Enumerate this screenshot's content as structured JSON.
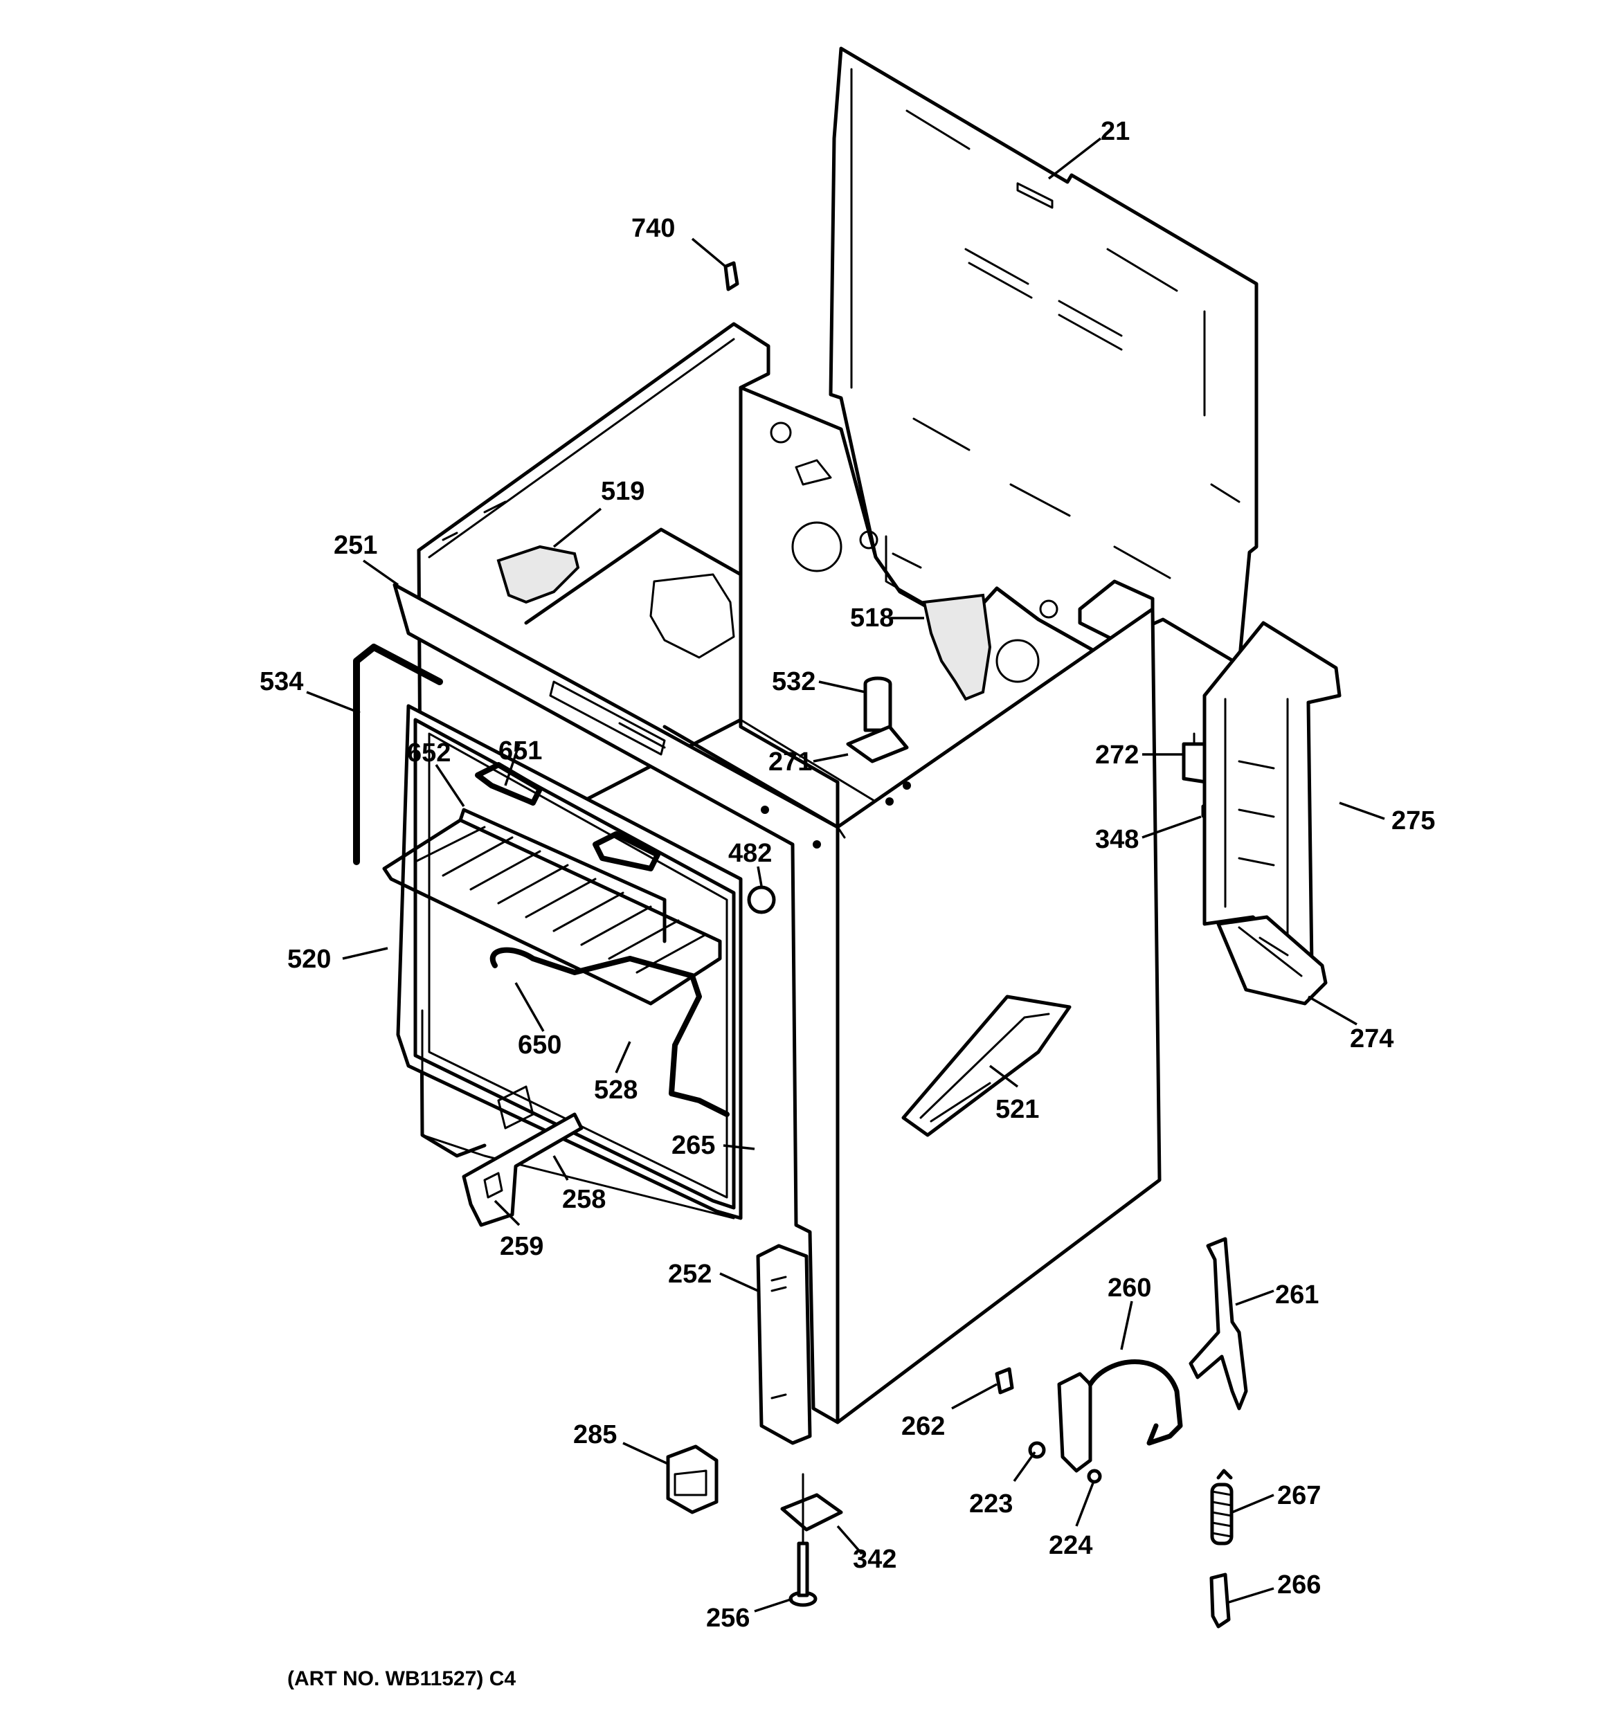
{
  "callouts": [
    {
      "id": "21",
      "label": "21"
    },
    {
      "id": "740",
      "label": "740"
    },
    {
      "id": "519",
      "label": "519"
    },
    {
      "id": "251",
      "label": "251"
    },
    {
      "id": "518",
      "label": "518"
    },
    {
      "id": "534",
      "label": "534"
    },
    {
      "id": "532",
      "label": "532"
    },
    {
      "id": "652",
      "label": "652"
    },
    {
      "id": "651",
      "label": "651"
    },
    {
      "id": "271",
      "label": "271"
    },
    {
      "id": "272",
      "label": "272"
    },
    {
      "id": "482",
      "label": "482"
    },
    {
      "id": "348",
      "label": "348"
    },
    {
      "id": "275",
      "label": "275"
    },
    {
      "id": "520",
      "label": "520"
    },
    {
      "id": "274",
      "label": "274"
    },
    {
      "id": "650",
      "label": "650"
    },
    {
      "id": "528",
      "label": "528"
    },
    {
      "id": "521",
      "label": "521"
    },
    {
      "id": "265",
      "label": "265"
    },
    {
      "id": "258",
      "label": "258"
    },
    {
      "id": "259",
      "label": "259"
    },
    {
      "id": "252",
      "label": "252"
    },
    {
      "id": "260",
      "label": "260"
    },
    {
      "id": "261",
      "label": "261"
    },
    {
      "id": "262",
      "label": "262"
    },
    {
      "id": "285",
      "label": "285"
    },
    {
      "id": "223",
      "label": "223"
    },
    {
      "id": "267",
      "label": "267"
    },
    {
      "id": "342",
      "label": "342"
    },
    {
      "id": "224",
      "label": "224"
    },
    {
      "id": "266",
      "label": "266"
    },
    {
      "id": "256",
      "label": "256"
    }
  ],
  "art_number": "(ART NO. WB11527) C4"
}
